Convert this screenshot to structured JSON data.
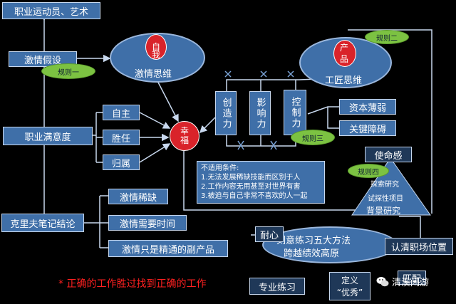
{
  "boxes": {
    "career_athlete_art": "职业运动员、艺术",
    "passion_hypothesis": "激情假设",
    "job_satisfaction": "职业满意度",
    "autonomy": "自主",
    "competence": "胜任",
    "belonging": "归属",
    "capital_weak": "资本薄弱",
    "key_obstacle": "关键障碍",
    "mission": "使命感",
    "newport_conclusion": "克里夫笔记结论",
    "passion_scarce": "激情稀缺",
    "passion_needs_time": "激情需要时间",
    "passion_byproduct": "激情只是精通的副产品",
    "patience": "耐心",
    "understand_position": "认清职场位置",
    "deliberate_practice": "专业练习",
    "define_excellent_1": "定义",
    "define_excellent_2": "“优秀”",
    "match": "匹配"
  },
  "vertical": {
    "creativity": "创造力",
    "influence": "影响力",
    "control": "控制力"
  },
  "circles": {
    "self_1": "自",
    "self_2": "我",
    "product_1": "产",
    "product_2": "品",
    "happiness_1": "幸",
    "happiness_2": "福"
  },
  "ellipses": {
    "passion_mindset": "激情思维",
    "craftsman_mindset": "工匠思维",
    "deliberate_1": "刻意练习五大方法",
    "deliberate_2": "跨越绩效高原"
  },
  "rules": {
    "rule1": "规则一",
    "rule2": "规则二",
    "rule3": "规则三",
    "rule4": "规则四"
  },
  "pyramid": {
    "l1": "探索研究",
    "l2": "试探性项目",
    "l3": "背景研究"
  },
  "note": {
    "title": "不适用条件:",
    "items": [
      "1.无法发展稀缺技能而区别于人",
      "2.工作内容无用甚至对世界有害",
      "3.被迫与自己非常不喜欢的人一起"
    ]
  },
  "footer": {
    "slogan": "* 正确的工作胜过找到正确的工作",
    "watermark": "清溪闲游"
  },
  "colors": {
    "box": "#3f6fa8",
    "rule": "#7cc242",
    "red_circle": "#d9232a",
    "slogan": "#ff2020"
  }
}
